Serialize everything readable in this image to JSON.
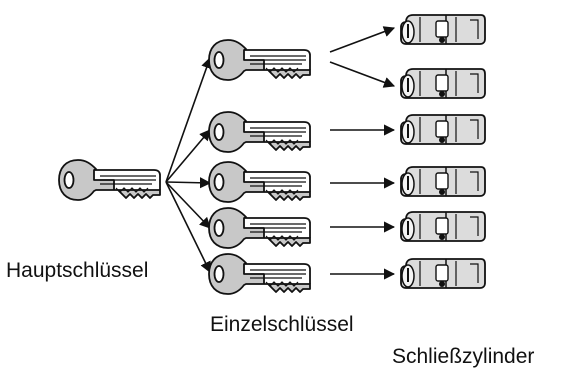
{
  "labels": {
    "master_key": "Hauptschlüssel",
    "individual_keys": "Einzelschlüssel",
    "lock_cylinders": "Schließzylinder"
  },
  "icons": {
    "master_key": "key-icon",
    "individual_key": "key-icon",
    "lock_cylinder": "lock-cylinder-icon"
  },
  "colors": {
    "key_fill": "#c8c8c8",
    "cylinder_fill": "#dcdcdc",
    "outline": "#111111"
  },
  "structure": {
    "individual_key_count": 5,
    "cylinder_count": 6,
    "cylinders_per_key": [
      2,
      1,
      1,
      1,
      1
    ]
  }
}
